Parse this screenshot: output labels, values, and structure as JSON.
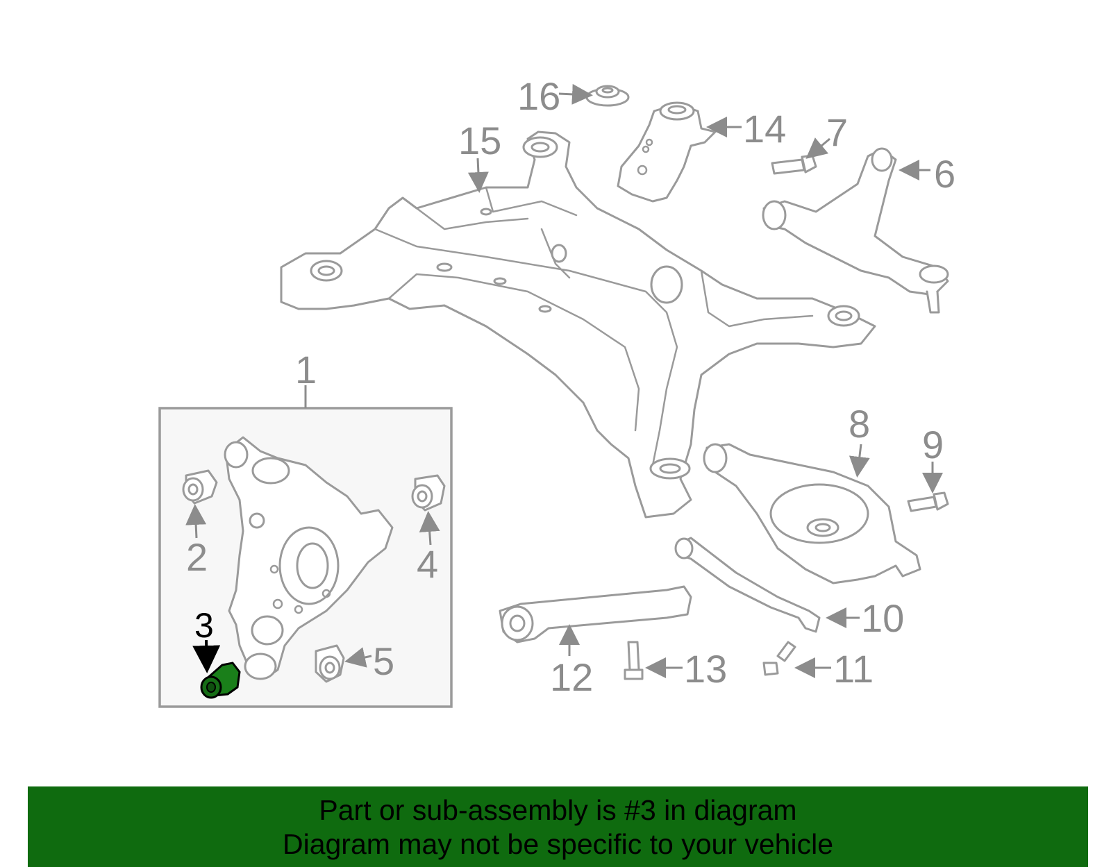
{
  "diagram": {
    "highlight_color": "#1a7f1a",
    "callouts": [
      "1",
      "2",
      "3",
      "4",
      "5",
      "6",
      "7",
      "8",
      "9",
      "10",
      "11",
      "12",
      "13",
      "14",
      "15",
      "16"
    ],
    "highlighted": "3"
  },
  "banner": {
    "background": "#0f6b0f",
    "line1": "Part or sub-assembly is #3 in diagram",
    "line2": "Diagram may not be specific to your vehicle"
  }
}
